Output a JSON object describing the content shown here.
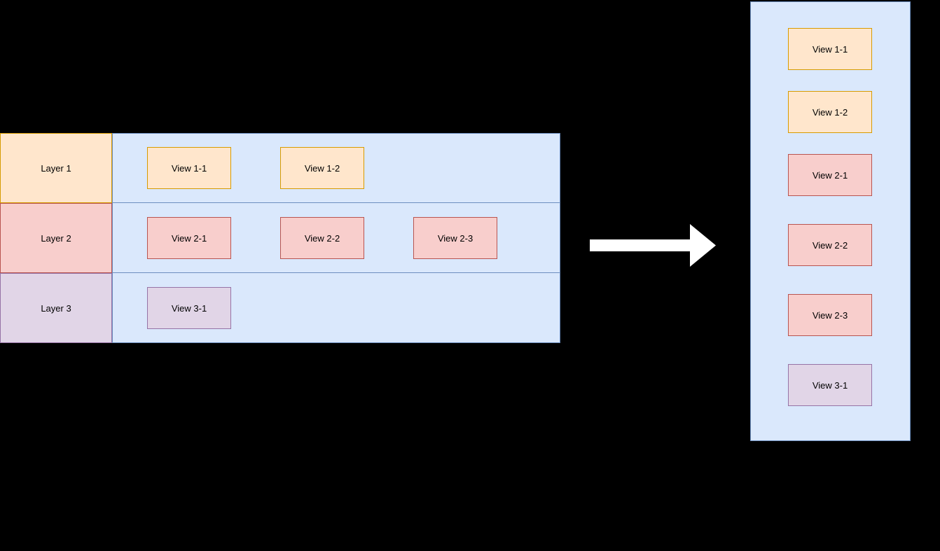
{
  "diagram": {
    "description": "Layers of views flattened into a single vertical stack",
    "left_table": {
      "layers": [
        {
          "label": "Layer 1",
          "theme": "orange",
          "views": [
            {
              "label": "View 1-1"
            },
            {
              "label": "View 1-2"
            }
          ]
        },
        {
          "label": "Layer 2",
          "theme": "red",
          "views": [
            {
              "label": "View 2-1"
            },
            {
              "label": "View 2-2"
            },
            {
              "label": "View 2-3"
            }
          ]
        },
        {
          "label": "Layer 3",
          "theme": "purple",
          "views": [
            {
              "label": "View 3-1"
            }
          ]
        }
      ]
    },
    "arrow": {
      "direction": "right",
      "color": "#ffffff"
    },
    "right_column": {
      "views": [
        {
          "label": "View 1-1",
          "theme": "orange"
        },
        {
          "label": "View 1-2",
          "theme": "orange"
        },
        {
          "label": "View 2-1",
          "theme": "red"
        },
        {
          "label": "View 2-2",
          "theme": "red"
        },
        {
          "label": "View 2-3",
          "theme": "red"
        },
        {
          "label": "View 3-1",
          "theme": "purple"
        }
      ]
    },
    "colors": {
      "background": "#000000",
      "panel_fill": "#dae8fc",
      "panel_stroke": "#6c8ebf",
      "orange_fill": "#ffe6cc",
      "orange_stroke": "#d79b00",
      "red_fill": "#f8cecc",
      "red_stroke": "#b85450",
      "purple_fill": "#e1d5e7",
      "purple_stroke": "#9673a6",
      "arrow_fill": "#ffffff",
      "text": "#000000"
    }
  }
}
